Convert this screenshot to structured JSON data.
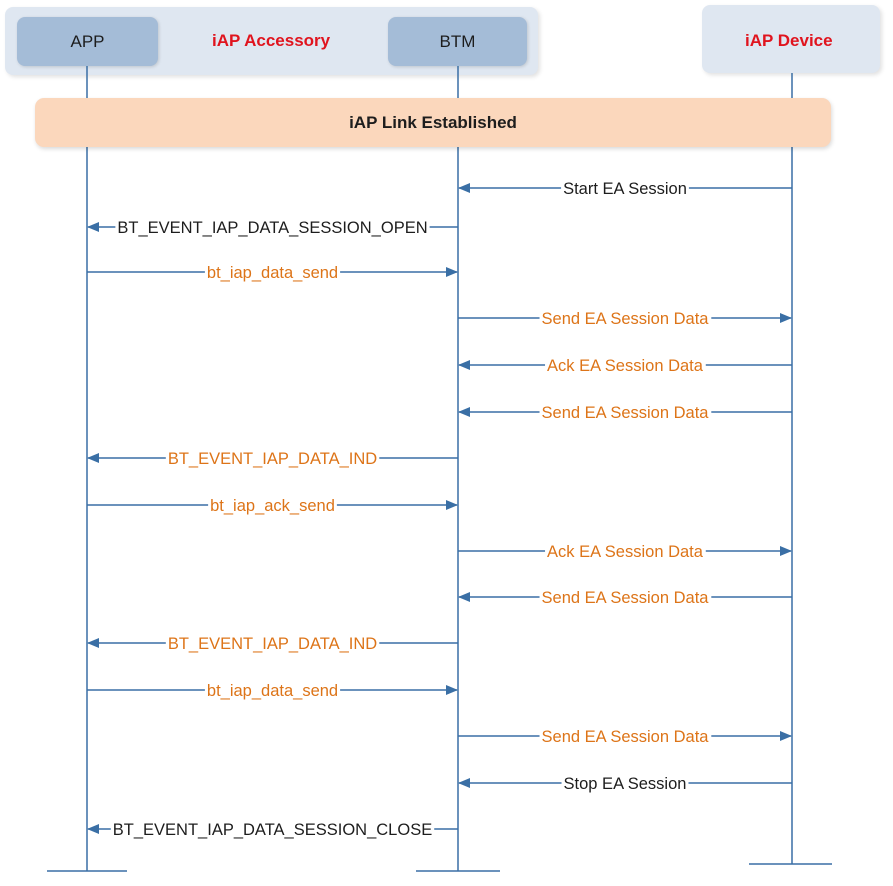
{
  "participants": {
    "app": "APP",
    "btm": "BTM",
    "accessory_group": "iAP Accessory",
    "device": "iAP Device"
  },
  "banner": "iAP Link Established",
  "colors": {
    "participant_fill": "#a4bcd7",
    "group_fill": "#dfe7f1",
    "banner_fill": "#fbd7bc",
    "title_red": "#e0141e",
    "line": "#3a6fa5",
    "label_black": "#1d1d1d",
    "label_orange": "#dd7418"
  },
  "messages": [
    {
      "from": "device",
      "to": "btm",
      "label": "Start EA Session",
      "style": "black"
    },
    {
      "from": "btm",
      "to": "app",
      "label": "BT_EVENT_IAP_DATA_SESSION_OPEN",
      "style": "black"
    },
    {
      "from": "app",
      "to": "btm",
      "label": "bt_iap_data_send",
      "style": "orange"
    },
    {
      "from": "btm",
      "to": "device",
      "label": "Send EA Session Data",
      "style": "orange"
    },
    {
      "from": "device",
      "to": "btm",
      "label": "Ack EA Session Data",
      "style": "orange"
    },
    {
      "from": "device",
      "to": "btm",
      "label": "Send EA Session Data",
      "style": "orange"
    },
    {
      "from": "btm",
      "to": "app",
      "label": "BT_EVENT_IAP_DATA_IND",
      "style": "orange"
    },
    {
      "from": "app",
      "to": "btm",
      "label": "bt_iap_ack_send",
      "style": "orange"
    },
    {
      "from": "btm",
      "to": "device",
      "label": "Ack EA Session Data",
      "style": "orange"
    },
    {
      "from": "device",
      "to": "btm",
      "label": "Send EA Session Data",
      "style": "orange"
    },
    {
      "from": "btm",
      "to": "app",
      "label": "BT_EVENT_IAP_DATA_IND",
      "style": "orange"
    },
    {
      "from": "app",
      "to": "btm",
      "label": "bt_iap_data_send",
      "style": "orange"
    },
    {
      "from": "btm",
      "to": "device",
      "label": "Send EA Session Data",
      "style": "orange"
    },
    {
      "from": "device",
      "to": "btm",
      "label": "Stop EA Session",
      "style": "black"
    },
    {
      "from": "btm",
      "to": "app",
      "label": "BT_EVENT_IAP_DATA_SESSION_CLOSE",
      "style": "black"
    }
  ]
}
